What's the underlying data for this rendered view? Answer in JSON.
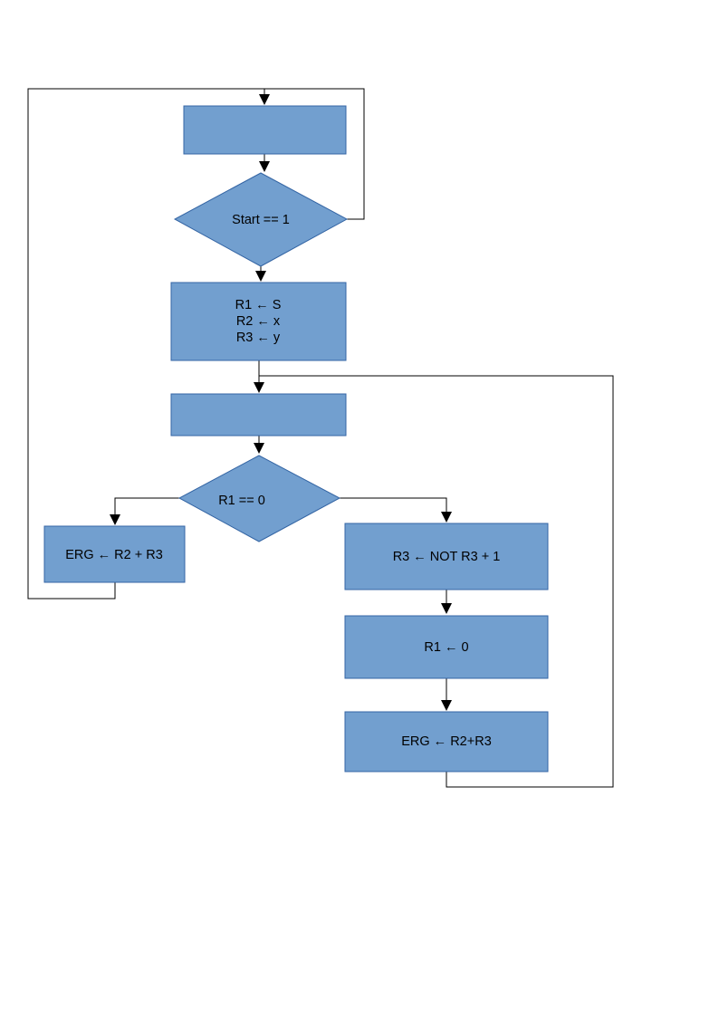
{
  "flowchart": {
    "nodes": {
      "top_box": {
        "lines": []
      },
      "start_check": {
        "lines": [
          "Start == 1"
        ]
      },
      "init": {
        "lines": [
          "R1 ← S",
          "R2 ← x",
          "R3 ← y"
        ]
      },
      "loop_box": {
        "lines": []
      },
      "r1_check": {
        "lines": [
          "R1 == 0"
        ]
      },
      "add": {
        "lines": [
          "ERG ← R2 + R3"
        ]
      },
      "negate": {
        "lines": [
          "R3 ← NOT R3 + 1"
        ]
      },
      "reset_r1": {
        "lines": [
          "R1 ← 0"
        ]
      },
      "sub": {
        "lines": [
          "ERG ← R2+R3"
        ]
      }
    }
  },
  "colors": {
    "shape_fill": "#729fcf",
    "shape_stroke": "#3465a4",
    "edge": "#000000",
    "text": "#000000"
  }
}
